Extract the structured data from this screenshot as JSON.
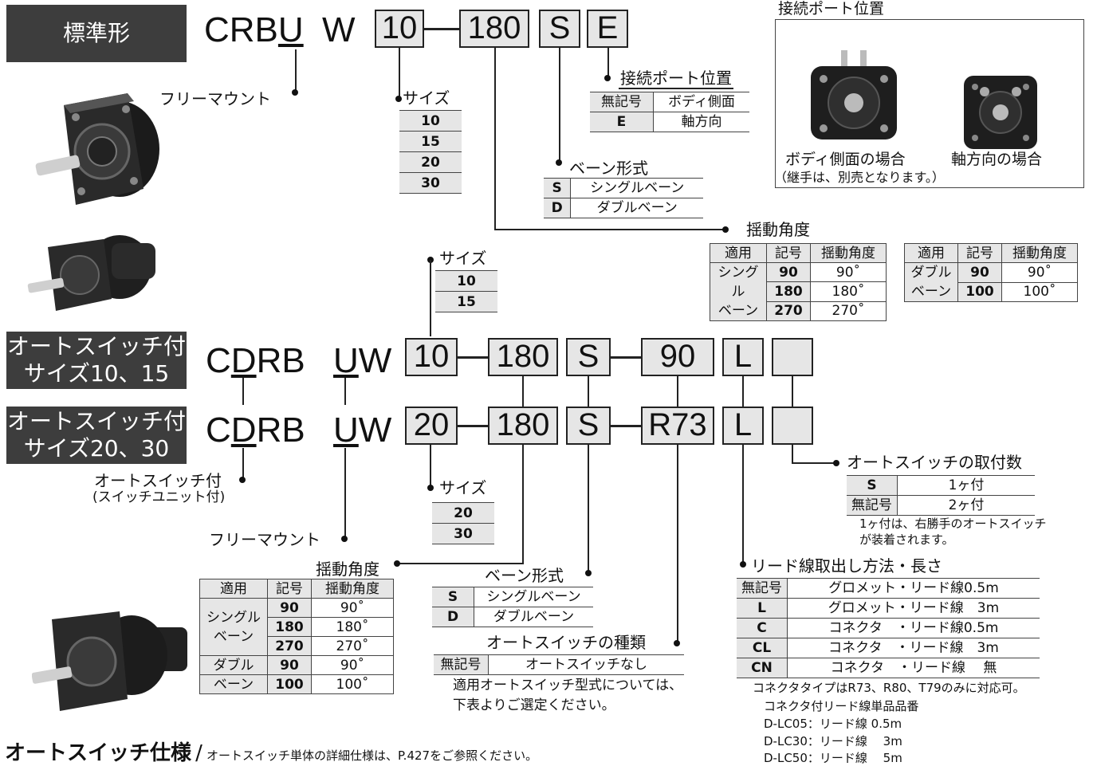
{
  "bands": {
    "standard": "標準形",
    "sw1015_l1": "オートスイッチ付",
    "sw1015_l2": "サイズ10、15",
    "sw2030_l1": "オートスイッチ付",
    "sw2030_l2": "サイズ20、30"
  },
  "model1": {
    "prefix": "CRB",
    "u": "U",
    "w": "W",
    "size": "10",
    "angle": "180",
    "vane": "S",
    "port": "E"
  },
  "model2": {
    "c": "C",
    "d": "D",
    "rb": "RB",
    "u": "U",
    "w": "W",
    "size": "10",
    "angle": "180",
    "vane": "S",
    "switch": "90",
    "lead": "L",
    "count": ""
  },
  "model3": {
    "c": "C",
    "d": "D",
    "rb": "RB",
    "u": "U",
    "w": "W",
    "size": "20",
    "angle": "180",
    "vane": "S",
    "switch": "R73",
    "lead": "L",
    "count": ""
  },
  "labels": {
    "free_mount_1": "フリーマウント",
    "free_mount_2": "フリーマウント",
    "auto_switch_with": "オートスイッチ付",
    "switch_unit": "(スイッチユニット付)"
  },
  "port_position": {
    "title": "接続ポート位置",
    "rows": [
      {
        "code": "無記号",
        "desc": "ボディ側面"
      },
      {
        "code": "E",
        "desc": "軸方向"
      }
    ]
  },
  "size1": {
    "title": "サイズ",
    "values": [
      "10",
      "15",
      "20",
      "30"
    ]
  },
  "size2": {
    "title": "サイズ",
    "values": [
      "10",
      "15"
    ]
  },
  "size3": {
    "title": "サイズ",
    "values": [
      "20",
      "30"
    ]
  },
  "vane1": {
    "title": "ベーン形式",
    "rows": [
      {
        "code": "S",
        "desc": "シングルベーン"
      },
      {
        "code": "D",
        "desc": "ダブルベーン"
      }
    ]
  },
  "vane2": {
    "title": "ベーン形式",
    "rows": [
      {
        "code": "S",
        "desc": "シングルベーン"
      },
      {
        "code": "D",
        "desc": "ダブルベーン"
      }
    ]
  },
  "swing1": {
    "title": "揺動角度",
    "headers": [
      "適用",
      "記号",
      "揺動角度",
      "適用",
      "記号",
      "揺動角度"
    ],
    "single_label": "シングル\nベーン",
    "double_label": "ダブル\nベーン",
    "single": [
      {
        "code": "90",
        "angle": "90˚"
      },
      {
        "code": "180",
        "angle": "180˚"
      },
      {
        "code": "270",
        "angle": "270˚"
      }
    ],
    "double": [
      {
        "code": "90",
        "angle": "90˚"
      },
      {
        "code": "100",
        "angle": "100˚"
      }
    ]
  },
  "swing2": {
    "title": "揺動角度",
    "headers": [
      "適用",
      "記号",
      "揺動角度"
    ],
    "single_label": "シングル\nベーン",
    "double_label_1": "ダブル",
    "double_label_2": "ベーン",
    "single": [
      {
        "code": "90",
        "angle": "90˚"
      },
      {
        "code": "180",
        "angle": "180˚"
      },
      {
        "code": "270",
        "angle": "270˚"
      }
    ],
    "double": [
      {
        "code": "90",
        "angle": "90˚"
      },
      {
        "code": "100",
        "angle": "100˚"
      }
    ]
  },
  "port_box": {
    "title": "接続ポート位置",
    "side": "ボディ側面の場合",
    "axial": "軸方向の場合",
    "note": "（継手は、別売となります。）"
  },
  "switch_count": {
    "title": "オートスイッチの取付数",
    "rows": [
      {
        "code": "S",
        "desc": "1ヶ付"
      },
      {
        "code": "無記号",
        "desc": "2ヶ付"
      }
    ],
    "note_1": "1ヶ付は、右勝手のオートスイッチ",
    "note_2": "が装着されます。"
  },
  "switch_type": {
    "title": "オートスイッチの種類",
    "rows": [
      {
        "code": "無記号",
        "desc": "オートスイッチなし"
      }
    ],
    "note_1": "適用オートスイッチ型式については、",
    "note_2": "下表よりご選定ください。"
  },
  "lead": {
    "title": "リード線取出し方法・長さ",
    "rows": [
      {
        "code": "無記号",
        "desc": "グロメット・リード線0.5m"
      },
      {
        "code": "L",
        "desc": "グロメット・リード線　3m"
      },
      {
        "code": "C",
        "desc": "コネクタ　・リード線0.5m"
      },
      {
        "code": "CL",
        "desc": "コネクタ　・リード線　3m"
      },
      {
        "code": "CN",
        "desc": "コネクタ　・リード線　 無"
      }
    ],
    "note_1": "コネクタタイプはR73、R80、T79のみに対応可。",
    "note_2": "コネクタ付リード線単品品番",
    "note_3": "D-LC05：リード線 0.5m",
    "note_4": "D-LC30：リード線　 3m",
    "note_5": "D-LC50：リード線　 5m"
  },
  "footer": {
    "heading": "オートスイッチ仕様",
    "slash": "/",
    "sub": "オートスイッチ単体の詳細仕様は、P.427をご参照ください。"
  }
}
